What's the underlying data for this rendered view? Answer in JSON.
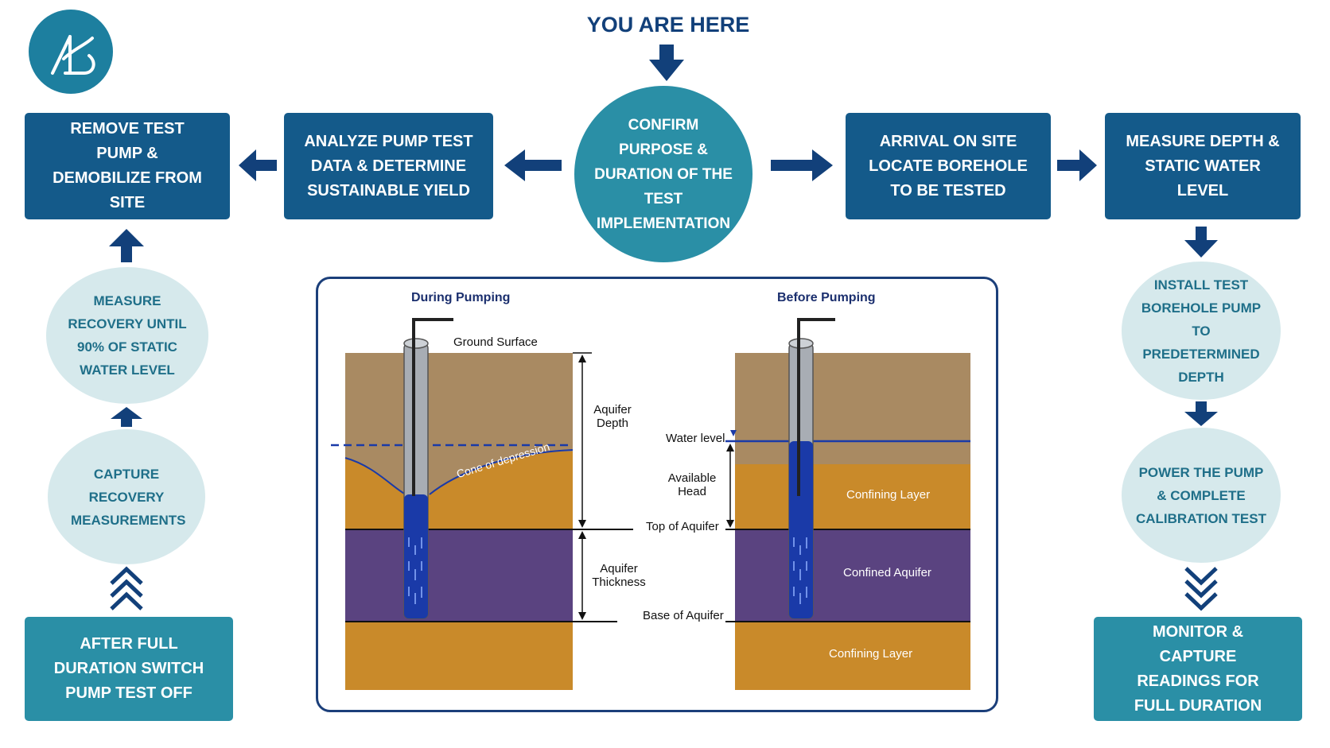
{
  "header": {
    "you_are_here": "YOU ARE HERE"
  },
  "logo": {
    "name": "logo"
  },
  "flow": {
    "center": "CONFIRM PURPOSE & DURATION OF THE TEST IMPLEMENTATION",
    "arrival": "ARRIVAL ON SITE LOCATE BOREHOLE TO BE TESTED",
    "measure_depth": "MEASURE DEPTH & STATIC WATER LEVEL",
    "install_pump": "INSTALL TEST BOREHOLE PUMP TO PREDETERMINED DEPTH",
    "power_pump": "POWER THE PUMP & COMPLETE CALIBRATION TEST",
    "monitor": "MONITOR & CAPTURE READINGS FOR FULL DURATION",
    "switch_off": "AFTER FULL DURATION SWITCH PUMP TEST OFF",
    "capture_recovery": "CAPTURE RECOVERY MEASUREMENTS",
    "measure_recovery": "MEASURE RECOVERY UNTIL 90% OF STATIC WATER LEVEL",
    "remove_pump": "REMOVE TEST PUMP & DEMOBILIZE FROM SITE",
    "analyze": "ANALYZE PUMP TEST DATA & DETERMINE SUSTAINABLE YIELD"
  },
  "diagram": {
    "during_title": "During Pumping",
    "before_title": "Before Pumping",
    "ground_surface": "Ground Surface",
    "aquifer_depth_1": "Aquifer",
    "aquifer_depth_2": "Depth",
    "cone": "Cone of depression",
    "aquifer_thickness_1": "Aquifer",
    "aquifer_thickness_2": "Thickness",
    "water_level": "Water level",
    "available_head_1": "Available",
    "available_head_2": "Head",
    "top_of_aquifer": "Top of Aquifer",
    "base_of_aquifer": "Base of Aquifer",
    "confining_layer_top": "Confining Layer",
    "confined_aquifer": "Confined Aquifer",
    "confining_layer_bottom": "Confining Layer"
  },
  "colors": {
    "navy": "#145a8a",
    "teal": "#2a8fa6",
    "light_teal": "#d6e9ec",
    "arrow": "#12407a",
    "soil": "#a98a62",
    "confining": "#c98a2a",
    "aquifer": "#5a4380",
    "water": "#1a3aa8"
  }
}
